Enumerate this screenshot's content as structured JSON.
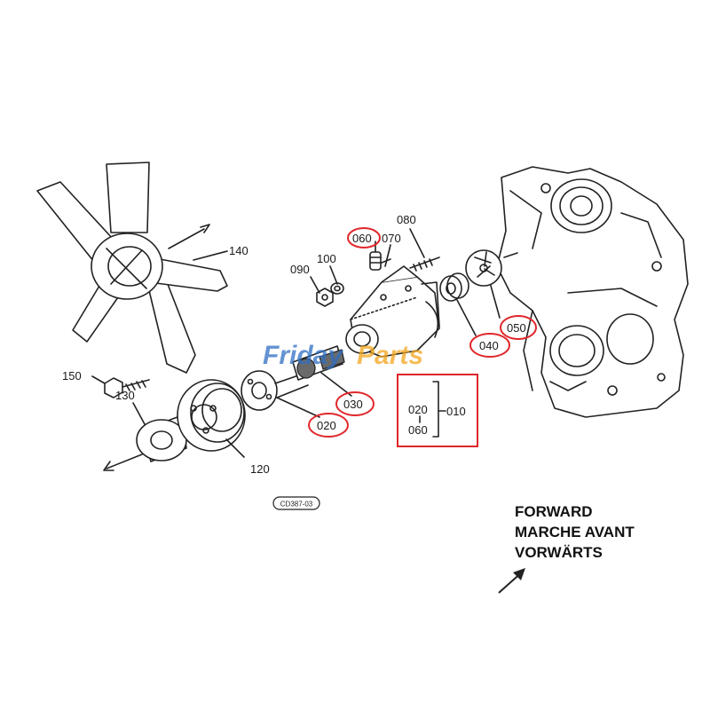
{
  "labels": {
    "p140": "140",
    "p150": "150",
    "p130": "130",
    "p120": "120",
    "p090": "090",
    "p100": "100",
    "p060_top": "060",
    "p070": "070",
    "p080": "080",
    "p050": "050",
    "p040": "040",
    "p030": "030",
    "p020": "020"
  },
  "assembly_box": {
    "part_a": "020",
    "part_b": "060",
    "assembly": "010"
  },
  "figure_code": "CD387-03",
  "direction": {
    "line1": "FORWARD",
    "line2": "MARCHE AVANT",
    "line3": "VORWÄRTS"
  },
  "watermark": {
    "text_a": "Friday",
    "text_b": "Parts",
    "color_a": "#2f6fc4",
    "color_b": "#f2a51c"
  },
  "highlight_color": "#e0262a",
  "highlighted_parts": [
    "060",
    "050",
    "040",
    "030",
    "020"
  ]
}
